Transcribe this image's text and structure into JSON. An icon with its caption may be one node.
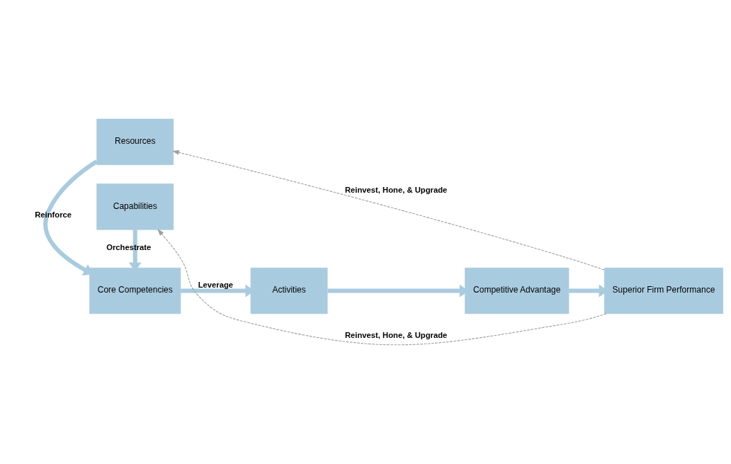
{
  "diagram": {
    "nodes": [
      {
        "text": [
          "Resources"
        ]
      },
      {
        "text": [
          "Core Competencies"
        ]
      },
      {
        "text": [
          "Capabilities"
        ]
      },
      {
        "text": [
          "Activities"
        ]
      },
      {
        "text": [
          "Competitive Advantage"
        ]
      },
      {
        "text": [
          "Superior Firm Performance"
        ]
      }
    ],
    "edges": [
      {
        "from": 0,
        "to": 1,
        "arrow": "to",
        "label": "Reinforce"
      },
      {
        "from": 2,
        "to": 1,
        "arrow": "to",
        "label": "Orchestrate"
      },
      {
        "from": 1,
        "to": 3,
        "arrow": "to",
        "label": "Leverage"
      },
      {
        "from": 3,
        "to": 4,
        "arrow": "to"
      },
      {
        "from": 4,
        "to": 5,
        "arrow": "to"
      },
      {
        "from": 5,
        "to": 0,
        "arrow": "to",
        "label": "Reinvest, Hone, & Upgrade",
        "style": "dashed",
        "color": "#a0a0a0"
      },
      {
        "from": 5,
        "to": 2,
        "arrow": "to",
        "label": "Reinvest, Hone, & Upgrade",
        "style": "dashed",
        "color": "#a0a0a0"
      }
    ]
  }
}
